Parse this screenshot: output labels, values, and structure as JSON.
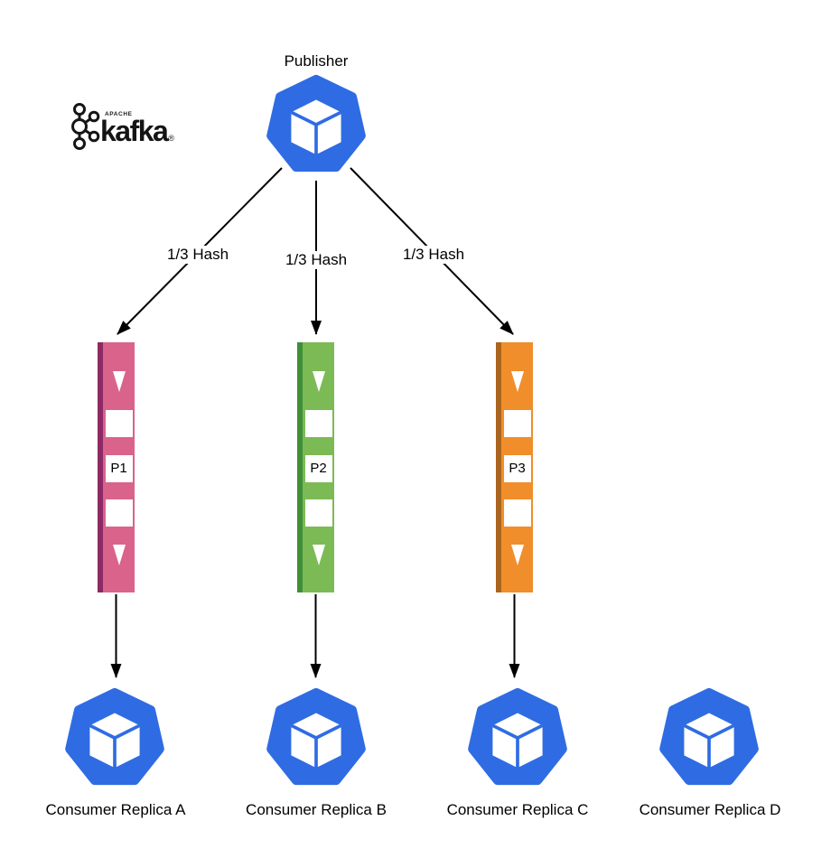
{
  "kafka_logo": {
    "apache": "APACHE",
    "name": "kafka",
    "registered": "®"
  },
  "publisher": {
    "label": "Publisher"
  },
  "hash_labels": [
    {
      "text": "1/3 Hash"
    },
    {
      "text": "1/3 Hash"
    },
    {
      "text": "1/3 Hash"
    }
  ],
  "partitions": [
    {
      "label": "P1",
      "fill": "#D9638B",
      "edge": "#8C2A62"
    },
    {
      "label": "P2",
      "fill": "#7CBA55",
      "edge": "#408F38"
    },
    {
      "label": "P3",
      "fill": "#F08E2B",
      "edge": "#AA641E"
    }
  ],
  "consumers": [
    {
      "label": "Consumer Replica A"
    },
    {
      "label": "Consumer Replica B"
    },
    {
      "label": "Consumer Replica C"
    },
    {
      "label": "Consumer Replica D"
    }
  ],
  "colors": {
    "node_blue": "#2F6CE3",
    "arrow": "#000000",
    "background": "#FFFFFF"
  }
}
